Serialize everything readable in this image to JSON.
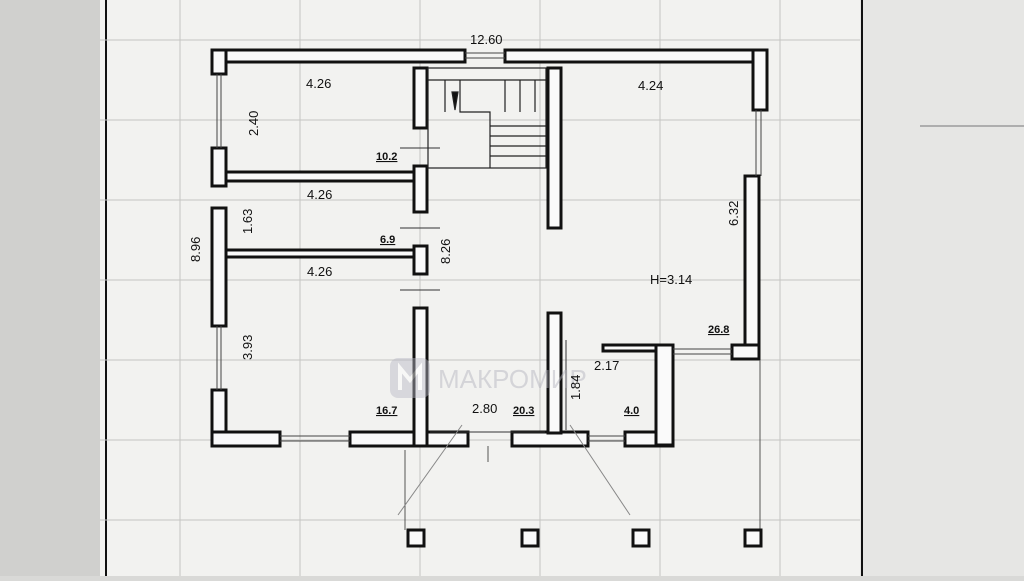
{
  "plan": {
    "overall_width": "12.60",
    "overall_depth": "8.96",
    "room_widths": {
      "top_left": "4.26",
      "middle_left": "4.26",
      "bottom_left": "4.26",
      "right_room": "4.24"
    },
    "room_depths": {
      "top_left": "2.40",
      "middle_left": "1.63",
      "bottom_left": "3.93",
      "corridor": "8.26",
      "right_room": "6.32",
      "bath": "1.84"
    },
    "areas": {
      "top_left": "10.2",
      "middle_left": "6.9",
      "bottom_left": "16.7",
      "hall": "20.3",
      "right_room": "26.8",
      "bath": "4.0"
    },
    "other_dims": {
      "entrance_width": "2.80",
      "bath_width": "2.17"
    },
    "ceiling_height": "H=3.14",
    "watermark": "МАКРОМИР"
  }
}
